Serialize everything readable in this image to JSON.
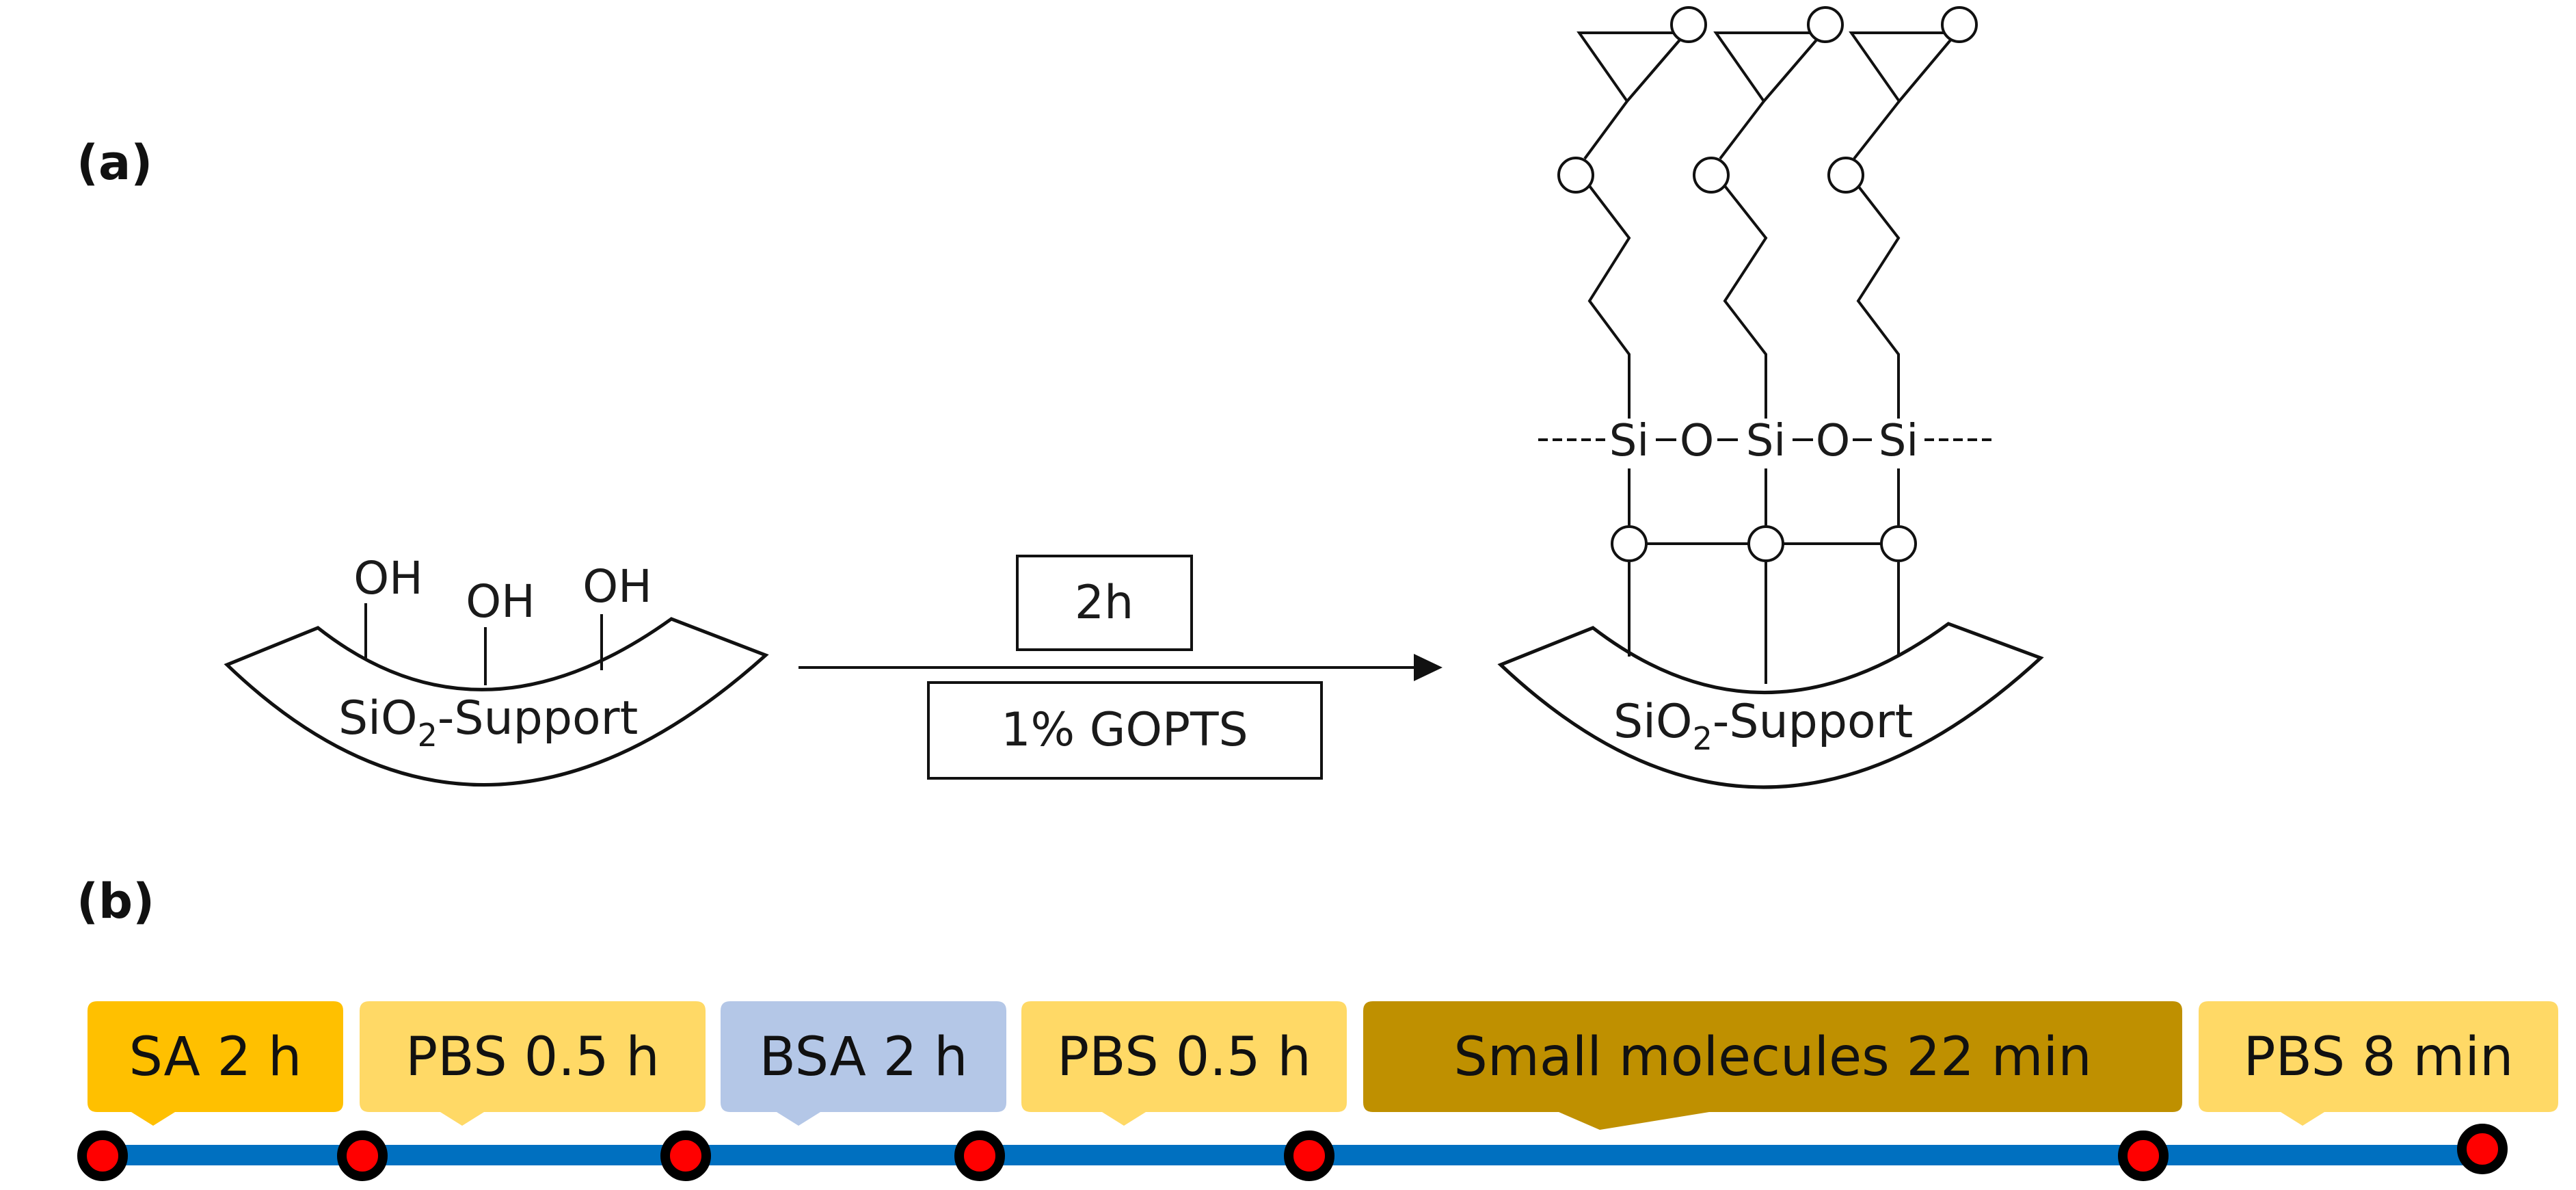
{
  "panel_a": {
    "label": "(a)",
    "left_support": {
      "label_main": "SiO",
      "label_sub": "2",
      "label_tail": "-Support",
      "groups": [
        "OH",
        "OH",
        "OH"
      ]
    },
    "reaction": {
      "time_label": "2h",
      "reagent_label": "1% GOPTS"
    },
    "right_support": {
      "label_main": "SiO",
      "label_sub": "2",
      "label_tail": "-Support",
      "si_atoms": [
        "Si",
        "Si",
        "Si"
      ],
      "bridge_oxygens": [
        "O",
        "O"
      ],
      "lower_oxygens": [
        "O",
        "O",
        "O"
      ],
      "ether_oxygens": [
        "O",
        "O",
        "O"
      ],
      "epoxide_oxygens": [
        "O",
        "O",
        "O"
      ]
    }
  },
  "panel_b": {
    "label": "(b)",
    "steps": [
      {
        "label": "SA 2 h",
        "color": "#FFC000"
      },
      {
        "label": "PBS 0.5 h",
        "color": "#FFD966"
      },
      {
        "label": "BSA 2 h",
        "color": "#B4C7E7"
      },
      {
        "label": "PBS 0.5 h",
        "color": "#FFD966"
      },
      {
        "label": "Small molecules 22 min",
        "color": "#BF9000"
      },
      {
        "label": "PBS 8 min",
        "color": "#FFD966"
      }
    ],
    "timeline_color": "#0070C0",
    "marker_fill": "#FF0000",
    "marker_stroke": "#000000"
  }
}
